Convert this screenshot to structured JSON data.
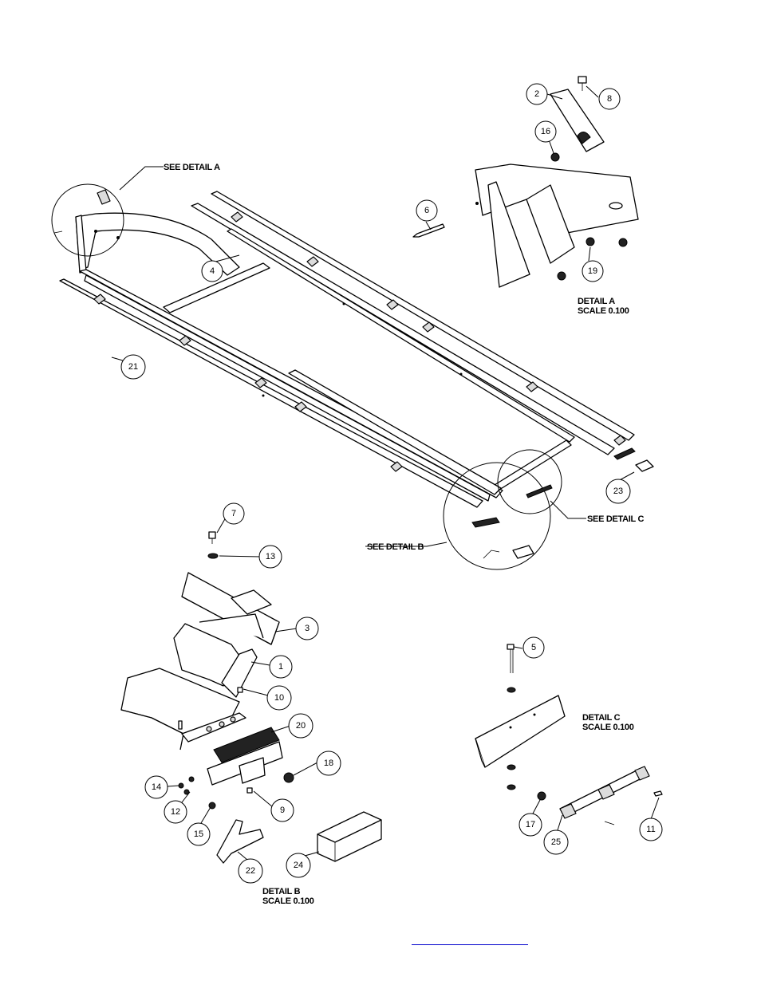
{
  "callouts": {
    "see_detail_a": "SEE DETAIL A",
    "see_detail_b": "SEE DETAIL B",
    "see_detail_c": "SEE DETAIL C"
  },
  "details": {
    "a": {
      "title": "DETAIL A",
      "scale": "SCALE 0.100"
    },
    "b": {
      "title": "DETAIL B",
      "scale": "SCALE 0.100"
    },
    "c": {
      "title": "DETAIL C",
      "scale": "SCALE 0.100"
    }
  },
  "balloons": {
    "b1": "1",
    "b2": "2",
    "b3": "3",
    "b4": "4",
    "b5": "5",
    "b6": "6",
    "b7": "7",
    "b8": "8",
    "b9": "9",
    "b10": "10",
    "b11": "11",
    "b12": "12",
    "b13": "13",
    "b14": "14",
    "b15": "15",
    "b16": "16",
    "b17": "17",
    "b18": "18",
    "b19": "19",
    "b20": "20",
    "b21": "21",
    "b22": "22",
    "b23": "23",
    "b24": "24",
    "b25": "25"
  },
  "colors": {
    "link": "#0000cc",
    "ink": "#000000"
  }
}
